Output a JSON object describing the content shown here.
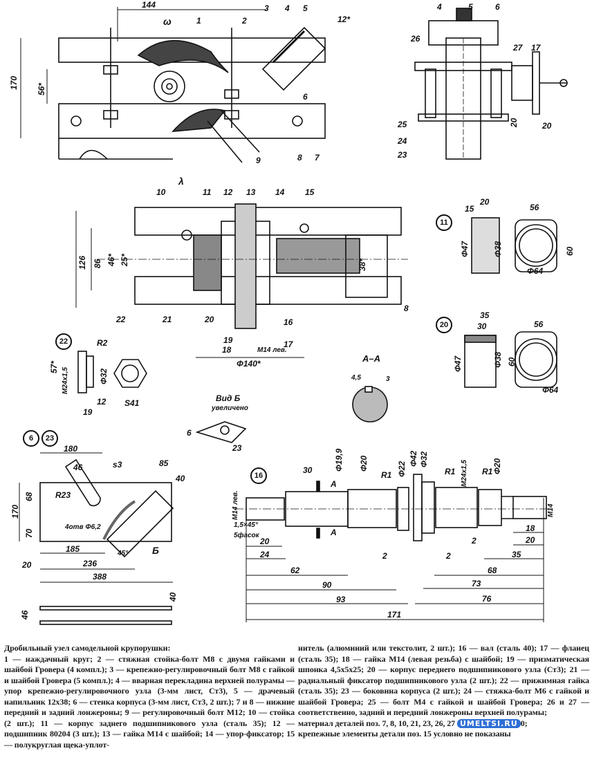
{
  "top_view": {
    "dims": [
      "144",
      "170",
      "56*",
      "12*"
    ],
    "omega": "ω",
    "lambda": "λ",
    "parts": [
      "1",
      "2",
      "3",
      "4",
      "5",
      "6",
      "7",
      "8",
      "9"
    ]
  },
  "side_view": {
    "parts": [
      "4",
      "5",
      "6",
      "26",
      "27",
      "17",
      "25",
      "24",
      "23",
      "20"
    ],
    "dim": "20"
  },
  "section_view": {
    "parts": [
      "10",
      "11",
      "12",
      "13",
      "14",
      "15",
      "22",
      "21",
      "20",
      "16",
      "19",
      "18",
      "17",
      "8"
    ],
    "dims": [
      "126",
      "86",
      "46*",
      "25*",
      "38*",
      "M14 лев.",
      "Φ140*"
    ]
  },
  "detail_11": {
    "id": "11",
    "dims": [
      "15",
      "20",
      "56",
      "Φ47",
      "Φ38",
      "Φ64",
      "60"
    ]
  },
  "detail_20": {
    "id": "20",
    "dims": [
      "35",
      "30",
      "56",
      "Φ47",
      "Φ38",
      "Φ64",
      "60"
    ]
  },
  "detail_22": {
    "id": "22",
    "dims": [
      "R2",
      "57*",
      "M24x1,5",
      "Φ32",
      "12",
      "19",
      "S41"
    ]
  },
  "section_aa": {
    "title": "А–А",
    "dims": [
      "4,5",
      "3"
    ]
  },
  "view_b": {
    "title": "Вид Б",
    "subtitle": "увеличено",
    "parts": [
      "6",
      "23"
    ]
  },
  "detail_6_23": {
    "ids": [
      "6",
      "23"
    ],
    "dims": [
      "180",
      "46",
      "s3",
      "85",
      "40",
      "170",
      "68",
      "R23",
      "70",
      "4отв Φ6,2",
      "185",
      "236",
      "20",
      "388",
      "45°",
      "Б",
      "40",
      "46"
    ]
  },
  "detail_16": {
    "id": "16",
    "dims": [
      "30",
      "Φ19,9",
      "Φ20",
      "R1",
      "Φ22",
      "Φ42",
      "Φ32",
      "R1",
      "M24x1,5",
      "R1",
      "Φ20",
      "M14",
      "M14 лев.",
      "1,5×45°",
      "5фасок",
      "20",
      "24",
      "62",
      "90",
      "93",
      "171",
      "2",
      "2",
      "2",
      "18",
      "20",
      "35",
      "68",
      "73",
      "76",
      "A",
      "A"
    ]
  },
  "caption": {
    "title": "Дробильный узел самодельной крупорушки:",
    "left": "1 — наждачный круг; 2 — стяжная стойка-болт М8 с двумя гайками и шайбой Гровера (4 компл.); 3 — крепежно-регулировочный болт М8 с гайкой и шайбой Гровера (5 компл.); 4 — вварная перекладина верхней полурамы — упор крепежно-регулировочного узла (3-мм лист, Ст3), 5 — драчевый напильник 12х38; 6 — стенка корпуса (3-мм лист, Ст3, 2 шт.); 7 и 8 — нижние передний и задний лонжероны; 9 — регулировочный болт М12; 10 — стойка (2 шт.); 11 — корпус заднего подшипникового узла (сталь 35); 12 — подшипник 80204 (3 шт.); 13 — гайка М14 с шайбой; 14 — упор-фиксатор; 15 — полукруглая щека-уплот-",
    "right": "нитель (алюминий или текстолит, 2 шт.); 16 — вал (сталь 40); 17 — фланец (сталь 35); 18 — гайка М14 (левая резьба) с шайбой; 19 — призматическая шпонка 4,5х5х25; 20 — корпус переднего подшипникового узла (Ст3); 21 — радиальный фиксатор подшипникового узла (2 шт.); 22 — прижимная гайка (сталь 35); 23 — боковина корпуса (2 шт.); 24 — стяжка-болт М6 с гайкой и шайбой Гровера; 25 — болт М4 с гайкой и шайбой Гровера; 26 и 27 — соответственно, задний и передний лонжероны верхней полурамы;",
    "material": "материал деталей поз. 7, 8, 10, 21, 23, 26, 27",
    "material_end": "0;",
    "last": "крепежные элементы детали поз. 15 условно не показаны"
  },
  "watermark": "UMELTSI.RU"
}
